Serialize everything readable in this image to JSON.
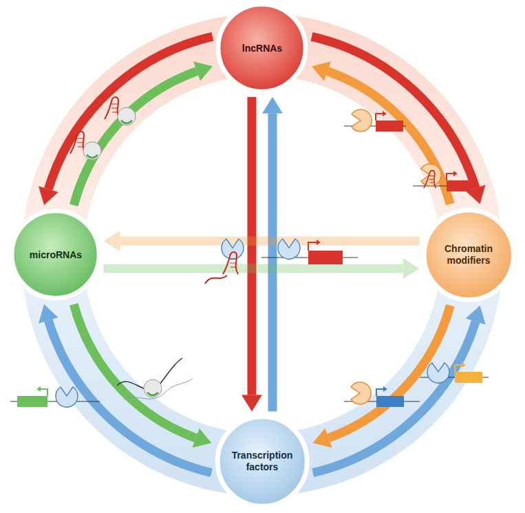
{
  "diagram": {
    "nodes": [
      {
        "text": [
          "lncRNAs"
        ]
      },
      {
        "text": [
          "microRNAs"
        ]
      },
      {
        "text": [
          "Chromatin modifiers"
        ]
      },
      {
        "text": [
          "Transcription factors"
        ]
      }
    ],
    "edges": [
      {
        "from": 0,
        "to": 1,
        "arrow": "to"
      },
      {
        "from": 1,
        "to": 0,
        "arrow": "to"
      },
      {
        "from": 2,
        "to": 0,
        "arrow": "to"
      },
      {
        "from": 0,
        "to": 2,
        "arrow": "to"
      },
      {
        "from": 3,
        "to": 1,
        "arrow": "to"
      },
      {
        "from": 1,
        "to": 3,
        "arrow": "to"
      },
      {
        "from": 2,
        "to": 3,
        "arrow": "to"
      },
      {
        "from": 3,
        "to": 2,
        "arrow": "to"
      },
      {
        "from": 0,
        "to": 3,
        "arrow": "to"
      },
      {
        "from": 3,
        "to": 0,
        "arrow": "to"
      },
      {
        "from": 2,
        "to": 1,
        "arrow": "to"
      },
      {
        "from": 1,
        "to": 2,
        "arrow": "to"
      }
    ]
  }
}
